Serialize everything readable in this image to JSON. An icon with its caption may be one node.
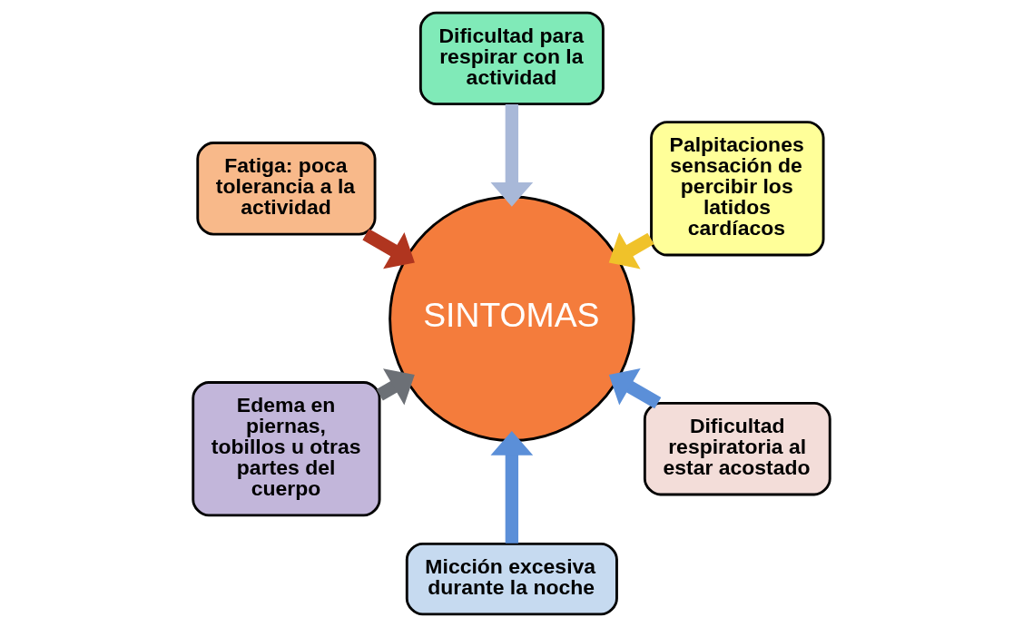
{
  "diagram": {
    "nodes": [
      {
        "text": [
          "Palpitaciones sensación de percibir los latidos cardíacos"
        ]
      },
      {
        "text": [
          "Dificultad para respirar con la actividad"
        ]
      },
      {
        "text": [
          "Fatiga: poca tolerancia a la actividad"
        ]
      },
      {
        "text": [
          "Edema en piernas, tobillos u otras partes del cuerpo"
        ]
      },
      {
        "text": [
          "Micción excesiva durante la noche"
        ]
      },
      {
        "text": [
          "SINTOMAS"
        ]
      },
      {
        "text": [
          "Dificultad respiratoria al estar acostado"
        ]
      }
    ],
    "edges": [
      {
        "from": 0,
        "to": 5,
        "arrow": "to",
        "color": "#f0c22a"
      },
      {
        "from": 1,
        "to": 5,
        "arrow": "to",
        "color": "#a8b8d8"
      },
      {
        "from": 2,
        "to": 5,
        "arrow": "to",
        "color": "#b0351f"
      },
      {
        "from": 3,
        "to": 5,
        "arrow": "to",
        "color": "#6c7076"
      },
      {
        "from": 4,
        "to": 5,
        "arrow": "to",
        "color": "#5b8fd8"
      },
      {
        "from": 6,
        "to": 5,
        "arrow": "to",
        "color": "#5b8fd8"
      }
    ]
  }
}
